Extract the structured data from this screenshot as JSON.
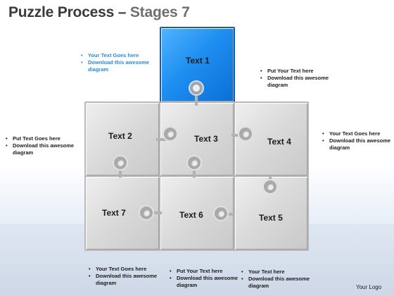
{
  "title": {
    "main": "Puzzle Process –",
    "sub": "Stages 7"
  },
  "pieces": [
    {
      "label": "Text 1",
      "color": "#1f8ff0"
    },
    {
      "label": "Text 2"
    },
    {
      "label": "Text 3"
    },
    {
      "label": "Text 4"
    },
    {
      "label": "Text 5"
    },
    {
      "label": "Text 6"
    },
    {
      "label": "Text 7"
    }
  ],
  "notes": {
    "top_left": [
      "Your Text Goes here",
      "Download this awesome diagram"
    ],
    "top_right": [
      "Put Your Text  here",
      "Download this awesome diagram"
    ],
    "mid_left": [
      "Put Text Goes here",
      "Download this awesome diagram"
    ],
    "mid_right": [
      "Your Text Goes here",
      "Download this awesome diagram"
    ],
    "bottom_1": [
      "Your Text Goes here",
      "Download this awesome diagram"
    ],
    "bottom_2": [
      "Put Your Text  here",
      "Download this awesome diagram"
    ],
    "bottom_3": [
      "Your Text  here",
      "Download this awesome diagram"
    ]
  },
  "logo": "Your Logo",
  "colors": {
    "accent_blue": "#1f8ff0",
    "note_blue": "#2a8ad6",
    "piece_gray": "#d9d9d9"
  }
}
